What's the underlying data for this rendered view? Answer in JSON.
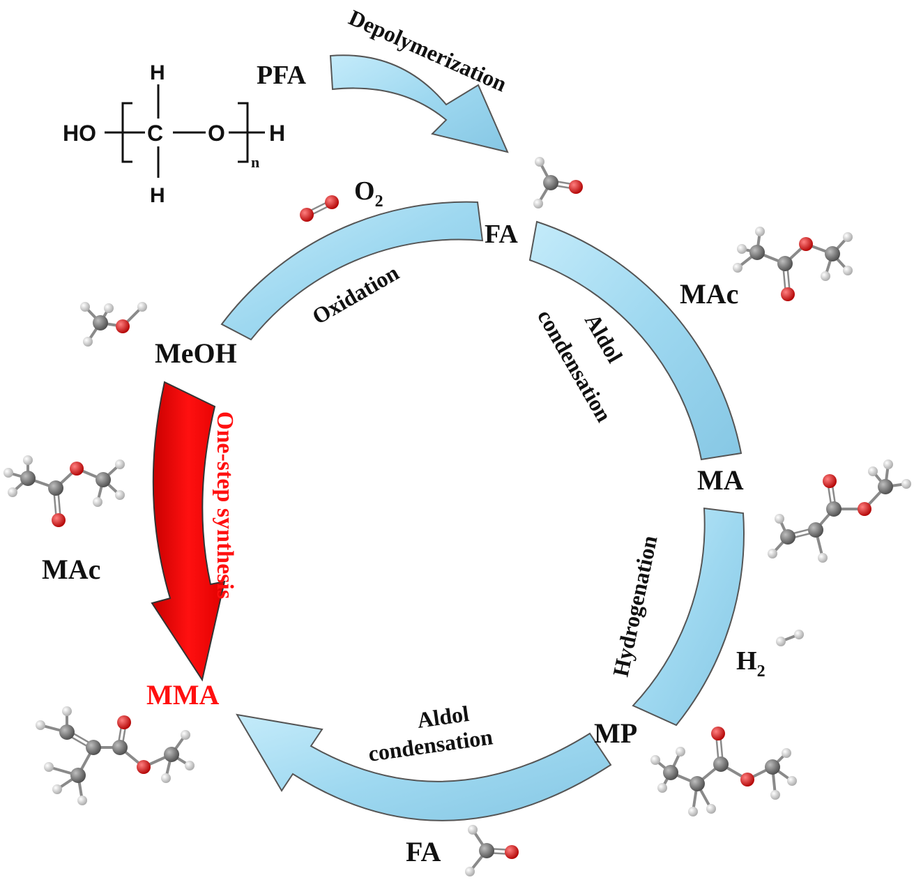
{
  "species": {
    "pfa": "PFA",
    "fa_top": "FA",
    "o2_main": "O",
    "o2_sub": "2",
    "meoh": "MeOH",
    "mac_right": "MAc",
    "mac_left": "MAc",
    "ma": "MA",
    "mp": "MP",
    "h2_main": "H",
    "h2_sub": "2",
    "mma": "MMA",
    "fa_bottom": "FA"
  },
  "steps": {
    "depolymerization": "Depolymerization",
    "oxidation": "Oxidation",
    "aldol_top_1": "Aldol",
    "aldol_top_2": "condensation",
    "hydrogenation": "Hydrogenation",
    "aldol_bottom_1": "Aldol",
    "aldol_bottom_2": "condensation",
    "one_step": "One-step synthesis"
  },
  "pfa_structure": {
    "ho": "HO",
    "c": "C",
    "o": "O",
    "h_end": "H",
    "h_top": "H",
    "h_bottom": "H",
    "n": "n"
  },
  "colors": {
    "arrow_fill": "#9ed8f0",
    "arrow_stroke": "#444444",
    "red_arrow": "#ff0000",
    "carbon": "#6d6d6d",
    "oxygen": "#e01818",
    "hydrogen": "#e6e6e6"
  }
}
